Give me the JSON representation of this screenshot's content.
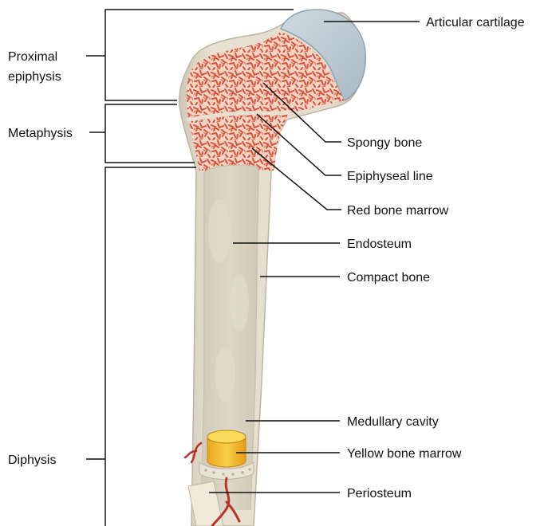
{
  "regions": {
    "proximal_epiphysis": {
      "line1": "Proximal",
      "line2": "epiphysis"
    },
    "metaphysis": "Metaphysis",
    "diaphysis": "Diphysis"
  },
  "labels": {
    "articular_cartilage": "Articular cartilage",
    "spongy_bone": "Spongy bone",
    "epiphyseal_line": "Epiphyseal line",
    "red_bone_marrow": "Red bone marrow",
    "endosteum": "Endosteum",
    "compact_bone": "Compact bone",
    "medullary_cavity": "Medullary cavity",
    "yellow_bone_marrow": "Yellow bone marrow",
    "periosteum": "Periosteum"
  },
  "colors": {
    "bone_outer": "#e6e0d2",
    "bone_shaft": "#dcd6c6",
    "cavity": "#d7d0be",
    "spongy_base": "#f2d3c4",
    "spongy_trabeculae": "#d9573d",
    "cartilage": "#bccbd3",
    "yellow_marrow": "#f2c230",
    "vessel": "#b8332a",
    "leader_line": "#111111"
  }
}
